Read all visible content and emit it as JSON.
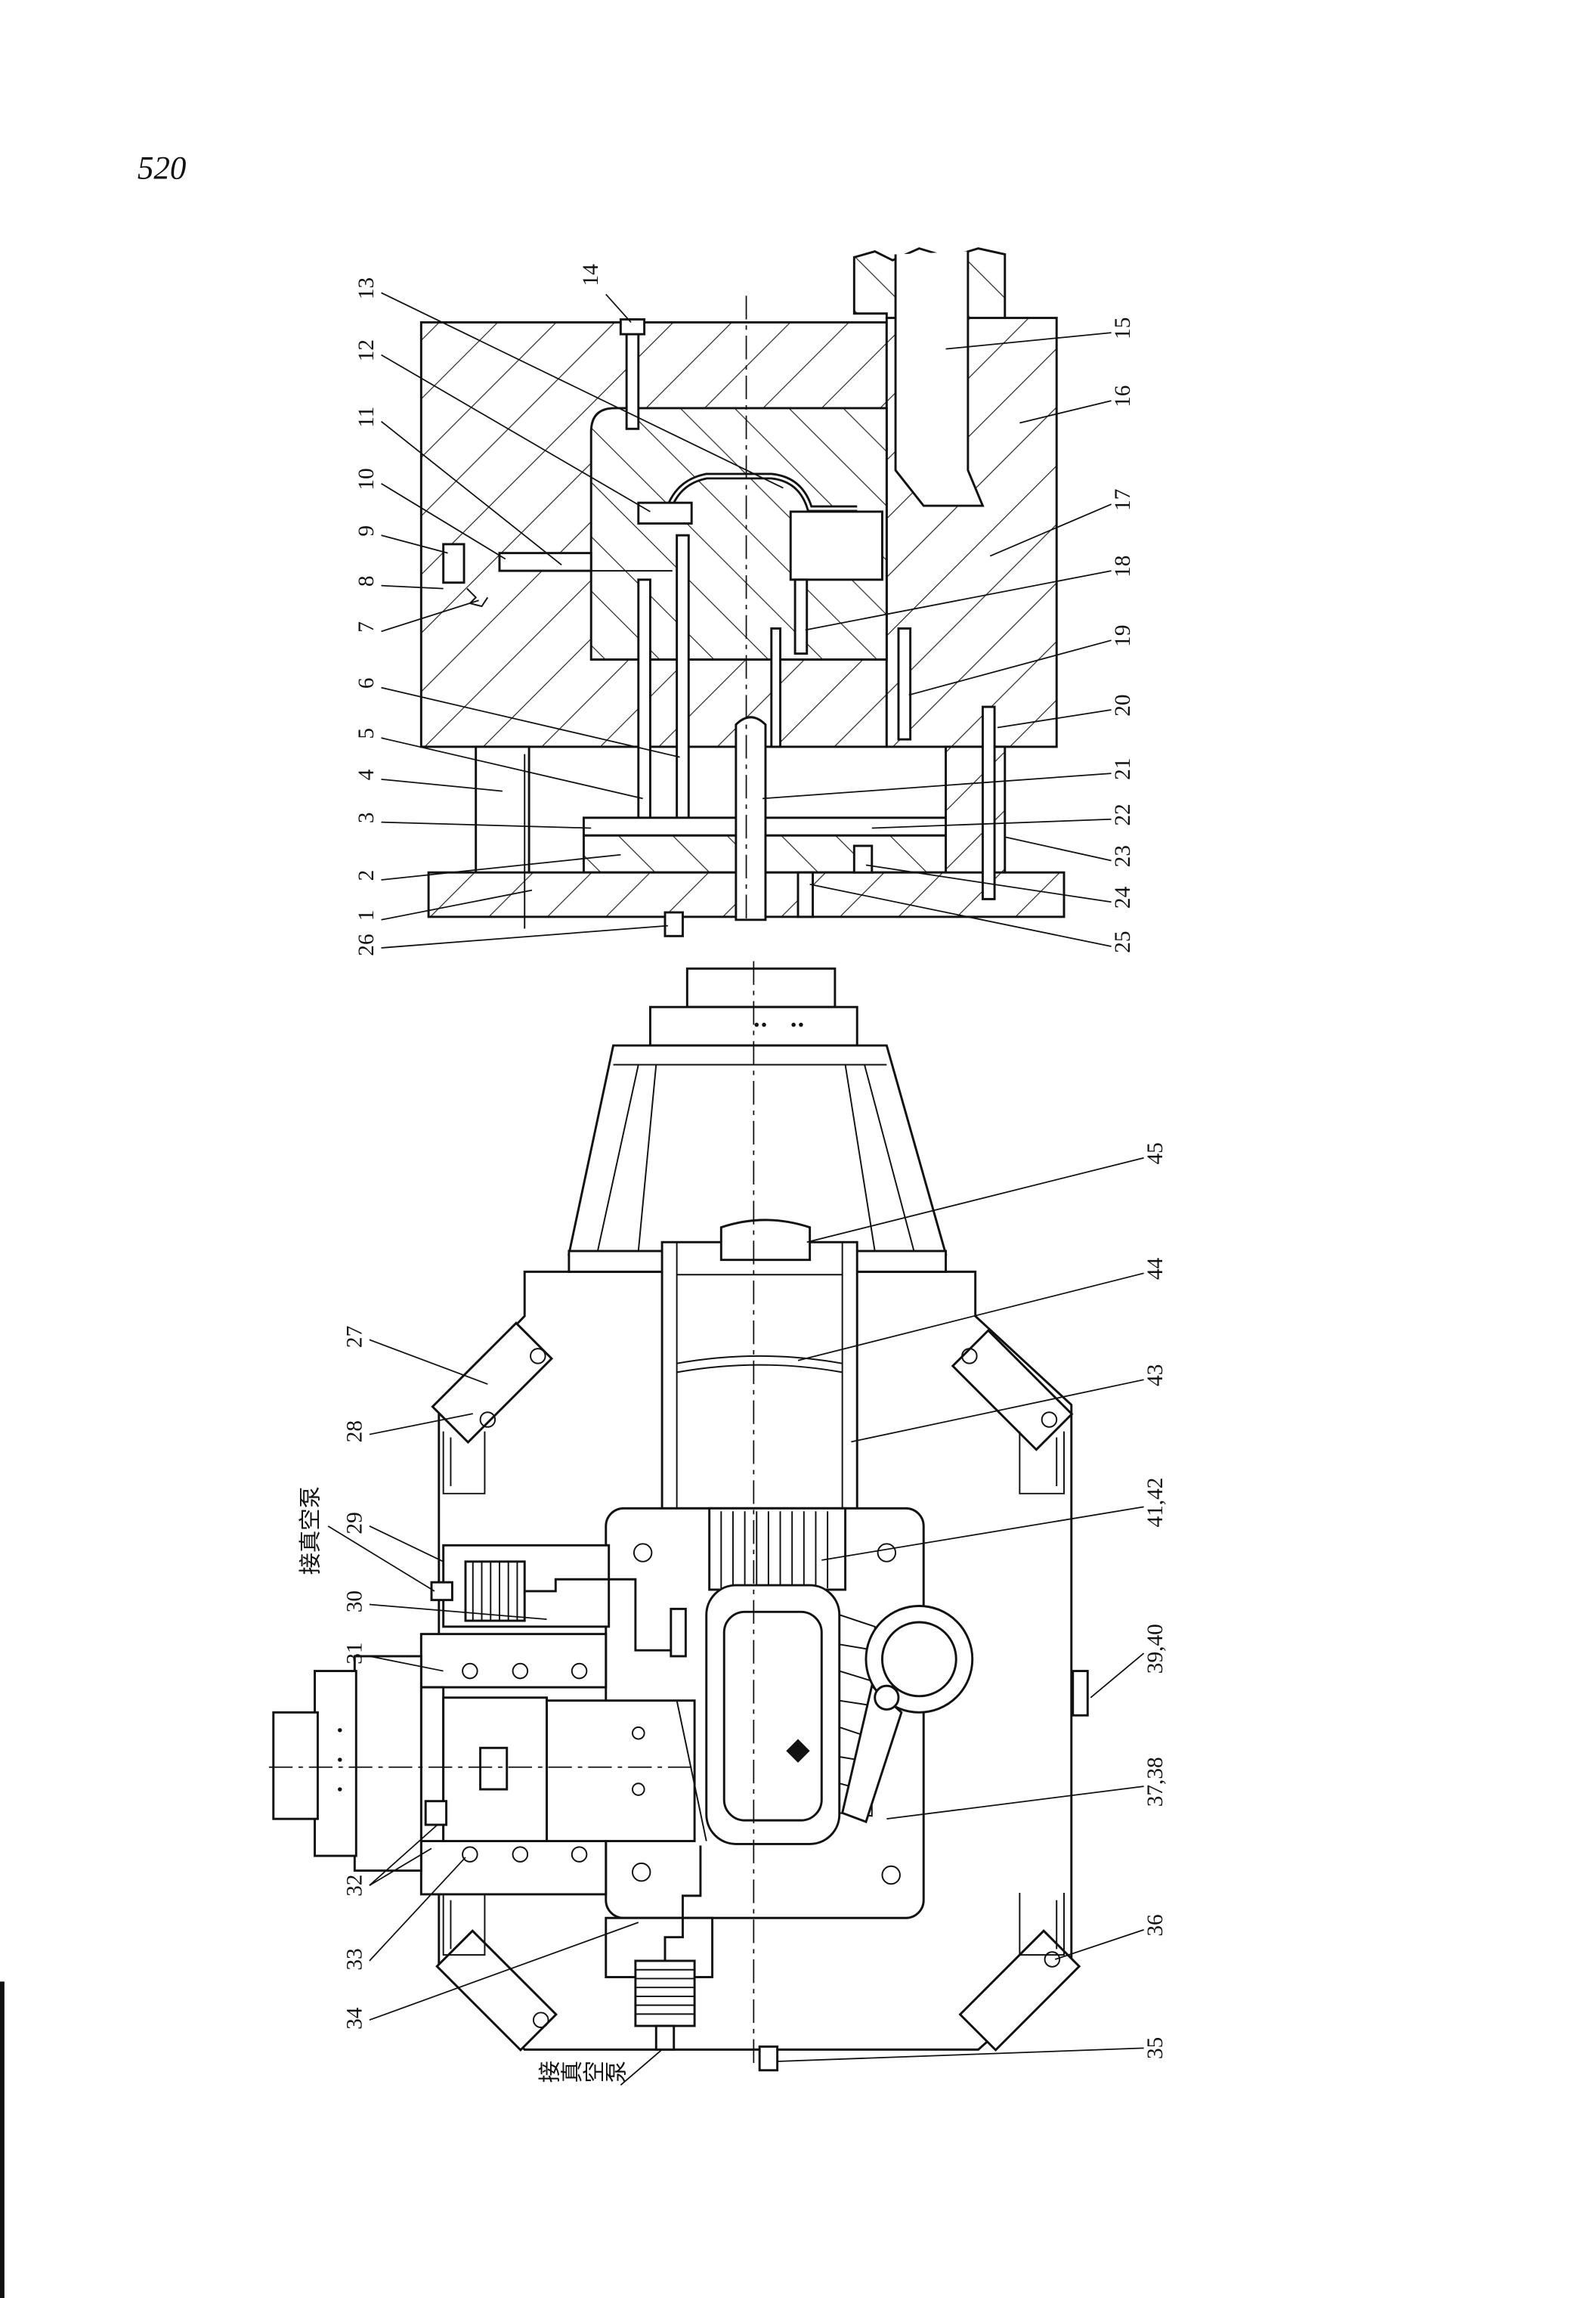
{
  "page_number": "520",
  "top_figure": {
    "callouts": [
      "1",
      "2",
      "3",
      "4",
      "5",
      "6",
      "7",
      "8",
      "9",
      "10",
      "11",
      "12",
      "13",
      "14",
      "15",
      "16",
      "17",
      "18",
      "19",
      "20",
      "21",
      "22",
      "23",
      "24",
      "25",
      "26"
    ]
  },
  "bottom_figure": {
    "callouts": [
      "27",
      "28",
      "29",
      "30",
      "31",
      "32",
      "33",
      "34",
      "35",
      "36",
      "37,38",
      "39,40",
      "41,42",
      "43",
      "44",
      "45"
    ],
    "vacuum_pump_labels": [
      "接真空泵",
      "接真空泵"
    ]
  }
}
